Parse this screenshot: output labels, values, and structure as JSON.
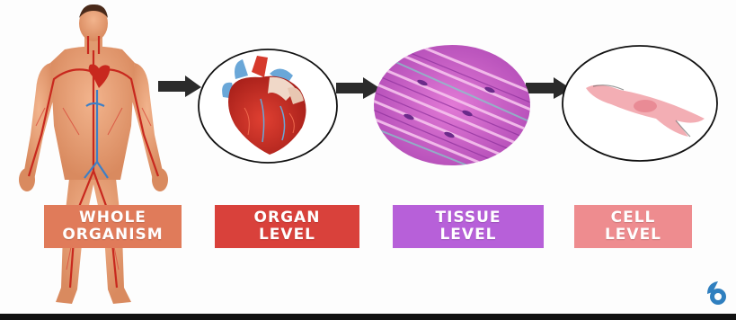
{
  "levels": [
    {
      "line1": "WHOLE",
      "line2": "ORGANISM",
      "color": "#e07b5a"
    },
    {
      "line1": "ORGAN",
      "line2": "LEVEL",
      "color": "#d9413b"
    },
    {
      "line1": "TISSUE",
      "line2": "LEVEL",
      "color": "#b760d9"
    },
    {
      "line1": "CELL",
      "line2": "LEVEL",
      "color": "#ee8c8f"
    }
  ],
  "icons": {
    "body": "human-body-illustration",
    "heart": "heart-illustration",
    "tissue": "muscle-tissue-illustration",
    "cell": "cell-illustration",
    "arrow": "arrow-right-icon",
    "logo": "brand-logo-icon"
  }
}
